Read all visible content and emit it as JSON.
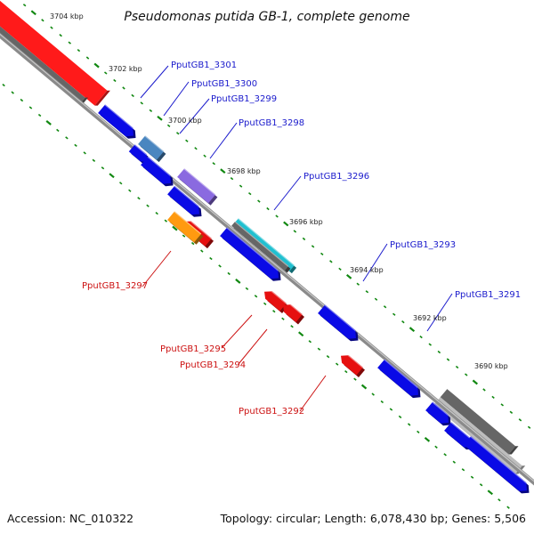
{
  "title": "Pseudomonas putida GB-1, complete genome",
  "footer": {
    "accession": "Accession: NC_010322",
    "summary": "Topology: circular; Length: 6,078,430 bp; Genes: 5,506"
  },
  "scale_labels": [
    "3704 kbp",
    "3702 kbp",
    "3700 kbp",
    "3698 kbp",
    "3696 kbp",
    "3694 kbp",
    "3692 kbp",
    "3690 kbp"
  ],
  "forward_gene_labels": [
    "PputGB1_3301",
    "PputGB1_3300",
    "PputGB1_3299",
    "PputGB1_3298",
    "PputGB1_3296",
    "PputGB1_3293",
    "PputGB1_3291"
  ],
  "reverse_gene_labels": [
    "PputGB1_3297",
    "PputGB1_3295",
    "PputGB1_3294",
    "PputGB1_3292"
  ],
  "colors": {
    "forward_gene": "#0a0ae6",
    "reverse_gene": "#e61010",
    "backbone": "#8a8a8a",
    "tick": "#118811",
    "label_forward": "#1a1acc",
    "label_reverse": "#cc1111",
    "gc_red": "#ff1a1a",
    "gc_gray": "#666666",
    "rna_cyan": "#20c0d0",
    "orange_gene": "#ff9a10",
    "violet_gene": "#8a6ae0",
    "steel_gene": "#4a86c0"
  }
}
